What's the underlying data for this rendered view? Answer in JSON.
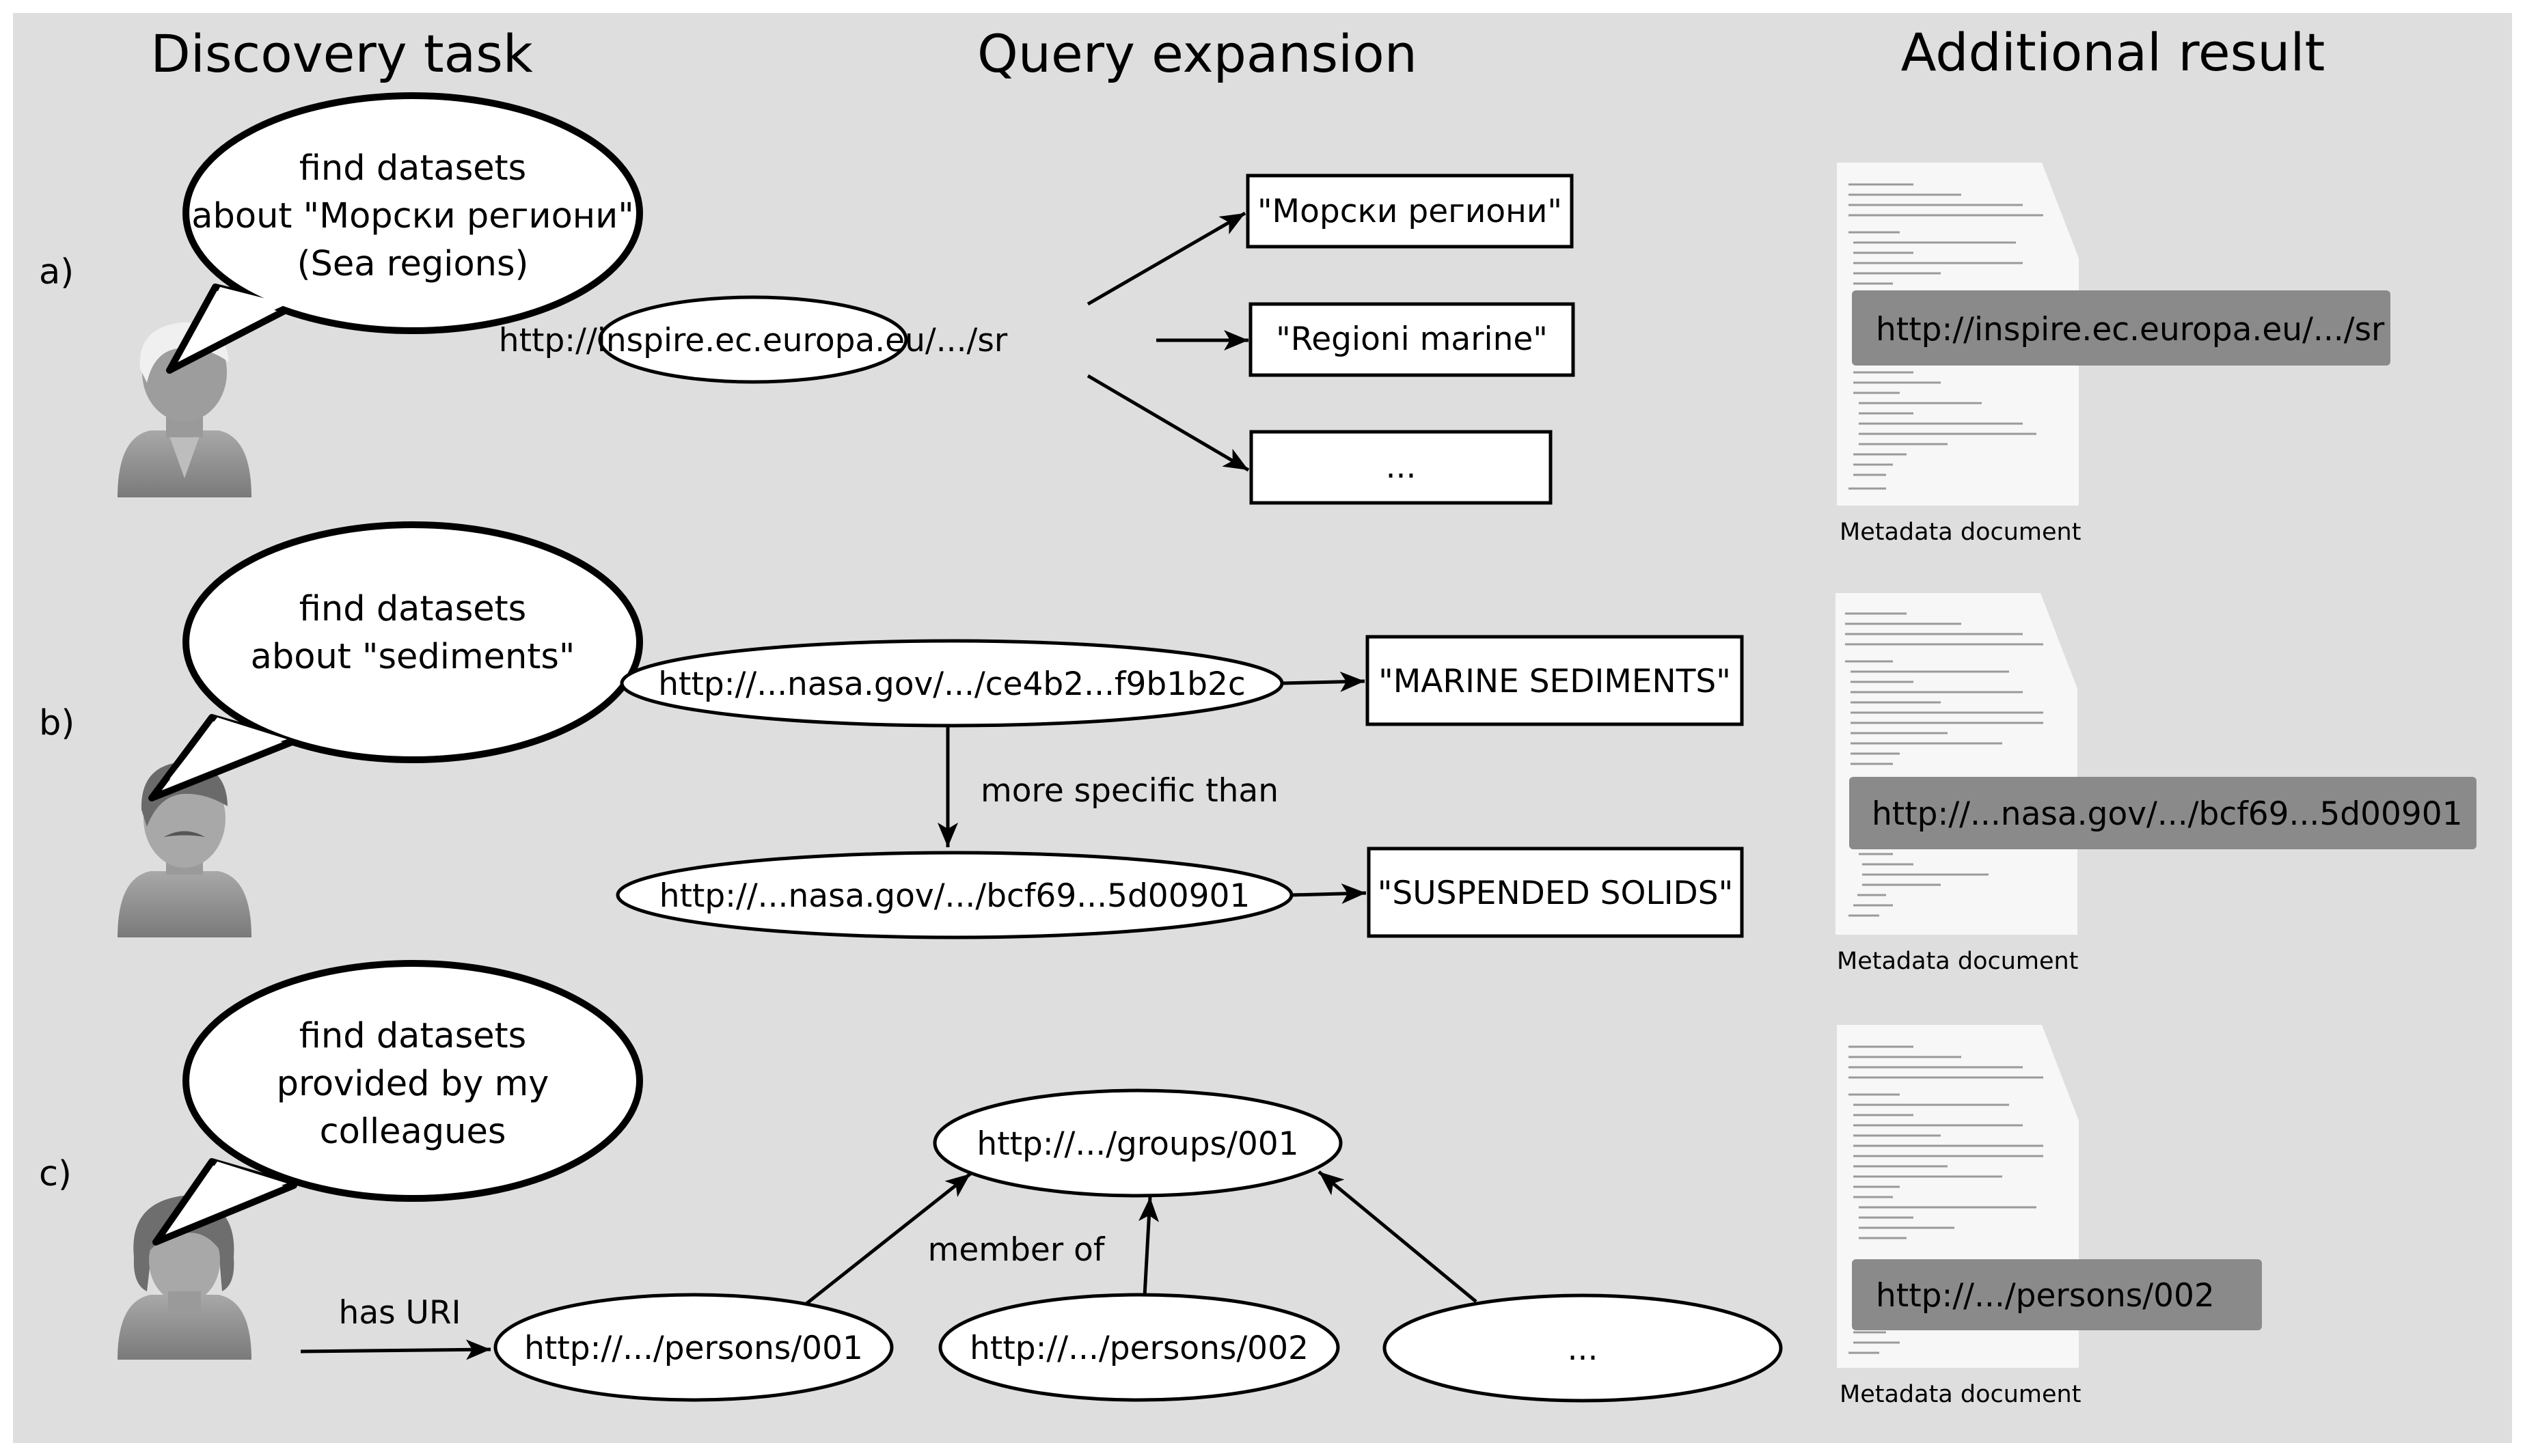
{
  "headers": {
    "discovery": "Discovery task",
    "expansion": "Query expansion",
    "result": "Additional result"
  },
  "rows": {
    "a": {
      "label": "a)",
      "bubble": [
        "find datasets",
        "about \"Морски региони\"",
        "(Sea regions)"
      ],
      "uri": "http://inspire.ec.europa.eu/.../sr",
      "terms": [
        "\"Морски региони\"",
        "\"Regioni marine\"",
        "..."
      ],
      "result_uri": "http://inspire.ec.europa.eu/.../sr",
      "result_caption": "Metadata document"
    },
    "b": {
      "label": "b)",
      "bubble": [
        "find datasets",
        "about \"sediments\""
      ],
      "uri_top": "http://...nasa.gov/.../ce4b2...f9b1b2c",
      "uri_bottom": "http://...nasa.gov/.../bcf69...5d00901",
      "relation": "more specific than",
      "term_top": "\"MARINE SEDIMENTS\"",
      "term_bottom": "\"SUSPENDED SOLIDS\"",
      "result_uri": "http://...nasa.gov/.../bcf69...5d00901",
      "result_caption": "Metadata document"
    },
    "c": {
      "label": "c)",
      "bubble": [
        "find datasets",
        "provided by my",
        "colleagues"
      ],
      "has_uri": "has URI",
      "group": "http://.../groups/001",
      "member_of": "member of",
      "persons": [
        "http://.../persons/001",
        "http://.../persons/002",
        "..."
      ],
      "result_uri": "http://.../persons/002",
      "result_caption": "Metadata document"
    }
  },
  "colors": {
    "panel": "#dedede",
    "uri_badge": "#8a8a8a",
    "document": "#f7f7f7",
    "person": "#8c8c8c"
  }
}
